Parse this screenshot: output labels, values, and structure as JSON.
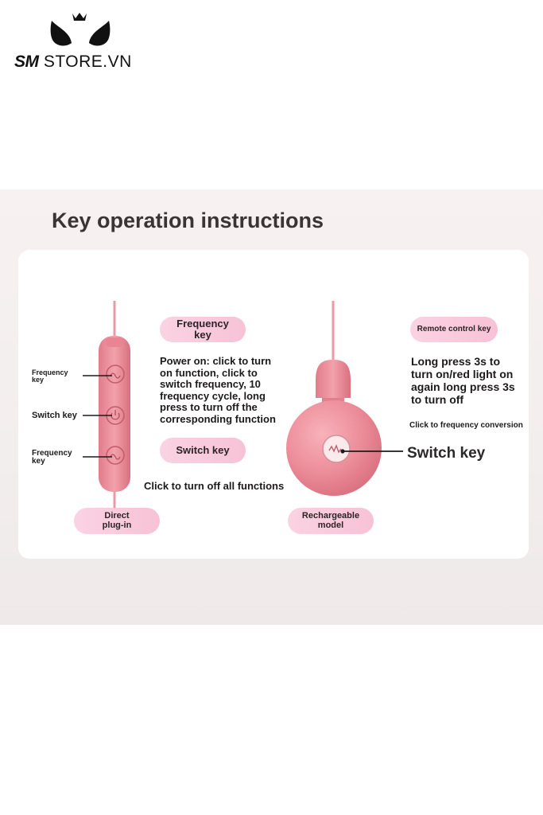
{
  "logo": {
    "brand": "SM",
    "domain": "STORE.VN"
  },
  "section": {
    "title": "Key operation instructions"
  },
  "left_device": {
    "labels": {
      "top_key": "Frequency\nkey",
      "middle_key": "Switch key",
      "bottom_key": "Frequency\nkey"
    },
    "pill_frequency": "Frequency\nkey",
    "frequency_desc": "Power on: click to turn\non function, click to\nswitch frequency, 10\nfrequency cycle, long\npress to turn off the\ncorresponding function",
    "pill_switch": "Switch key",
    "switch_desc": "Click to turn off all functions",
    "pill_direct": "Direct\nplug-in"
  },
  "right_device": {
    "pill_remote": "Remote control key",
    "remote_desc": "Long press 3s to\nturn on/red light on\nagain long press 3s\nto turn off",
    "click_desc": "Click to frequency conversion",
    "switch_label": "Switch key",
    "pill_rechargeable": "Rechargeable\nmodel"
  },
  "colors": {
    "accent_pink": "#f7c2d6",
    "device_pink": "#ea8a96",
    "heading": "#3a3434"
  },
  "icons": [
    "crown-icon",
    "cat-ears-icon",
    "wave-icon",
    "power-icon",
    "vibration-icon"
  ]
}
